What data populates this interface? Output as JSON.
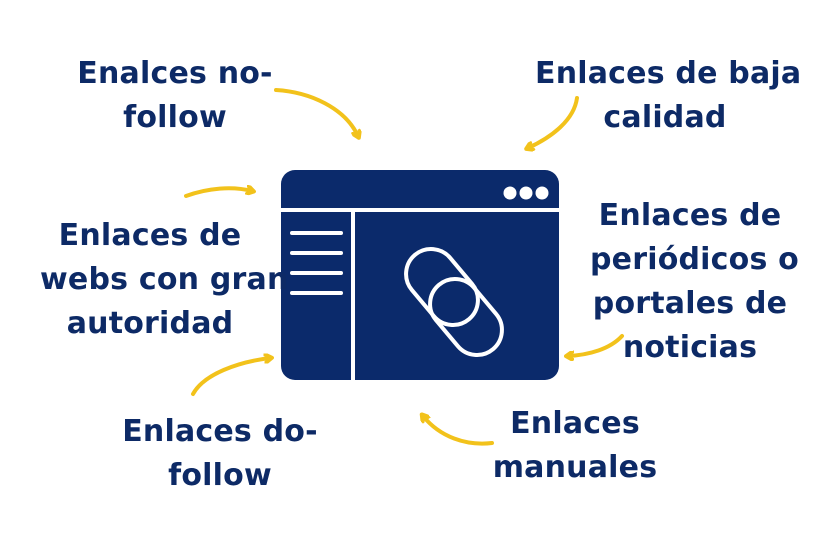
{
  "labels": {
    "nofollow": [
      "Enalces no-",
      "follow"
    ],
    "baja_calidad": [
      "Enlaces de baja",
      "calidad"
    ],
    "autoridad": [
      "Enlaces de",
      "webs con gran",
      "autoridad"
    ],
    "periodicos": [
      "Enlaces de",
      "periódicos o",
      "portales de",
      "noticias"
    ],
    "dofollow": [
      "Enlaces do-",
      "follow"
    ],
    "manuales": [
      "Enlaces",
      "manuales"
    ]
  },
  "colors": {
    "text": "#0d2a66",
    "window": "#0b2a6b",
    "arrow": "#f2c21b",
    "background": "#ffffff"
  },
  "icons": {
    "center": "browser-window-link-icon",
    "dots": "window-control-dots-icon",
    "menu": "sidebar-menu-lines-icon",
    "link": "chain-link-icon"
  }
}
